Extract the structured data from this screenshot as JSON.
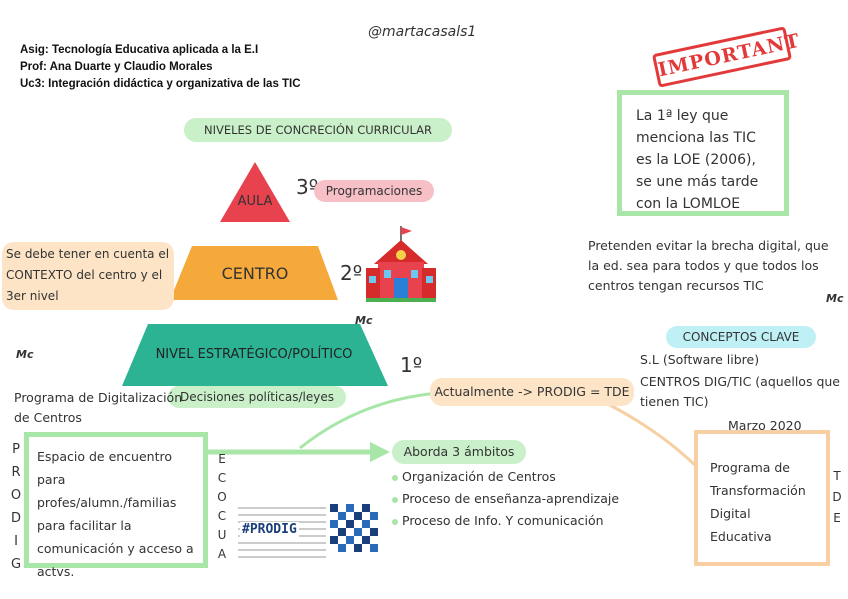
{
  "author": "@martacasals1",
  "header": {
    "line1": "Asig: Tecnología Educativa aplicada a la E.I",
    "line2": "Prof: Ana Duarte y Claudio Morales",
    "line3": "Uc3: Integración didáctica y organizativa de las TIC"
  },
  "pyramid": {
    "title": "NIVELES DE CONCRECIÓN CURRICULAR",
    "levels": [
      {
        "label": "AULA",
        "number": "3º",
        "note": "Programaciones"
      },
      {
        "label": "CENTRO",
        "number": "2º",
        "note": "Se debe tener en cuenta el CONTEXTO del centro y el 3er nivel"
      },
      {
        "label": "NIVEL ESTRATÉGICO/POLÍTICO",
        "number": "1º",
        "note": "Decisiones políticas/leyes"
      }
    ]
  },
  "signature": "Mc",
  "important": {
    "stamp": "IMPORTANT",
    "text": "La 1ª ley que menciona las TIC es la LOE (2006), se une más tarde con la LOMLOE",
    "goal": "Pretenden evitar la brecha digital, que la ed. sea para todos y que todos los centros tengan recursos TIC"
  },
  "key_concepts": {
    "title": "CONCEPTOS CLAVE",
    "items": [
      "S.L (Software libre)",
      "CENTROS DIG/TIC (aquellos que tienen TIC)"
    ]
  },
  "prodig": {
    "program_label": "Programa de Digitalización de Centros",
    "acronym_left": [
      "P",
      "R",
      "O",
      "D",
      "I",
      "G"
    ],
    "box_text": "Espacio de encuentro para profes/alumn./familias para facilitar la comunicación y acceso a actvs.",
    "acronym_right": [
      "E",
      "C",
      "O",
      "C",
      "U",
      "A"
    ],
    "currently": "Actualmente -> PRODIG = TDE",
    "scopes_title": "Aborda 3 ámbitos",
    "scopes": [
      "Organización de Centros",
      "Proceso de enseñanza-aprendizaje",
      "Proceso de Info. Y comunicación"
    ],
    "logo_text": "#PRODIG"
  },
  "tde": {
    "date": "Marzo 2020",
    "text": "Programa de Transformación Digital Educativa",
    "acronym": [
      "T",
      "D",
      "E"
    ]
  },
  "colors": {
    "green": "#a8e6a8",
    "orange": "#f7cfa3",
    "red": "#e8424f",
    "pyramid_orange": "#f5a93a",
    "teal": "#2bb394",
    "pink": "#f6c0c6",
    "blue": "#bff0f5"
  }
}
